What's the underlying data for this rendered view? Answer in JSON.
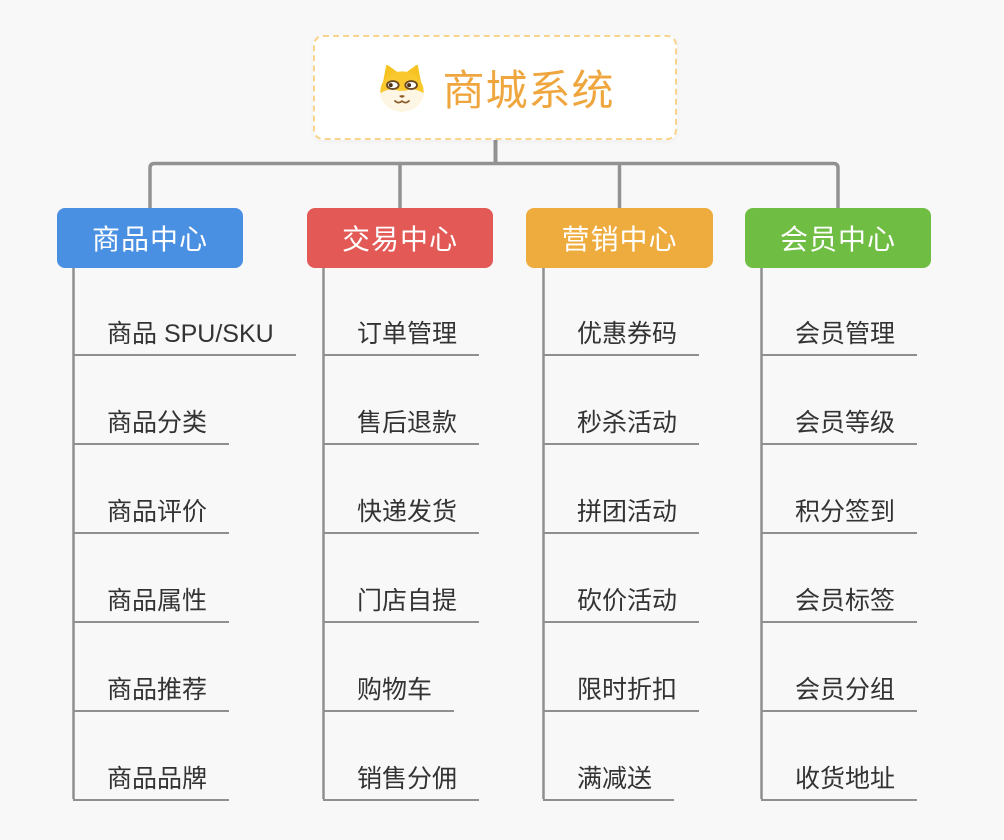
{
  "root": {
    "title": "商城系统",
    "icon": "shiba-dog-icon"
  },
  "branches": [
    {
      "label": "商品中心",
      "color": "#4a90e2",
      "items": [
        "商品 SPU/SKU",
        "商品分类",
        "商品评价",
        "商品属性",
        "商品推荐",
        "商品品牌"
      ]
    },
    {
      "label": "交易中心",
      "color": "#e25956",
      "items": [
        "订单管理",
        "售后退款",
        "快递发货",
        "门店自提",
        "购物车",
        "销售分佣"
      ]
    },
    {
      "label": "营销中心",
      "color": "#efac3e",
      "items": [
        "优惠券码",
        "秒杀活动",
        "拼团活动",
        "砍价活动",
        "限时折扣",
        "满减送"
      ]
    },
    {
      "label": "会员中心",
      "color": "#6fbe43",
      "items": [
        "会员管理",
        "会员等级",
        "积分签到",
        "会员标签",
        "会员分组",
        "收货地址"
      ]
    }
  ],
  "colors": {
    "background": "#f8f8f8",
    "connector": "#929292",
    "item_text": "#333333",
    "item_underline": "#8f8f8f",
    "root_text": "#efa63e",
    "root_border": "#f8d48c"
  }
}
